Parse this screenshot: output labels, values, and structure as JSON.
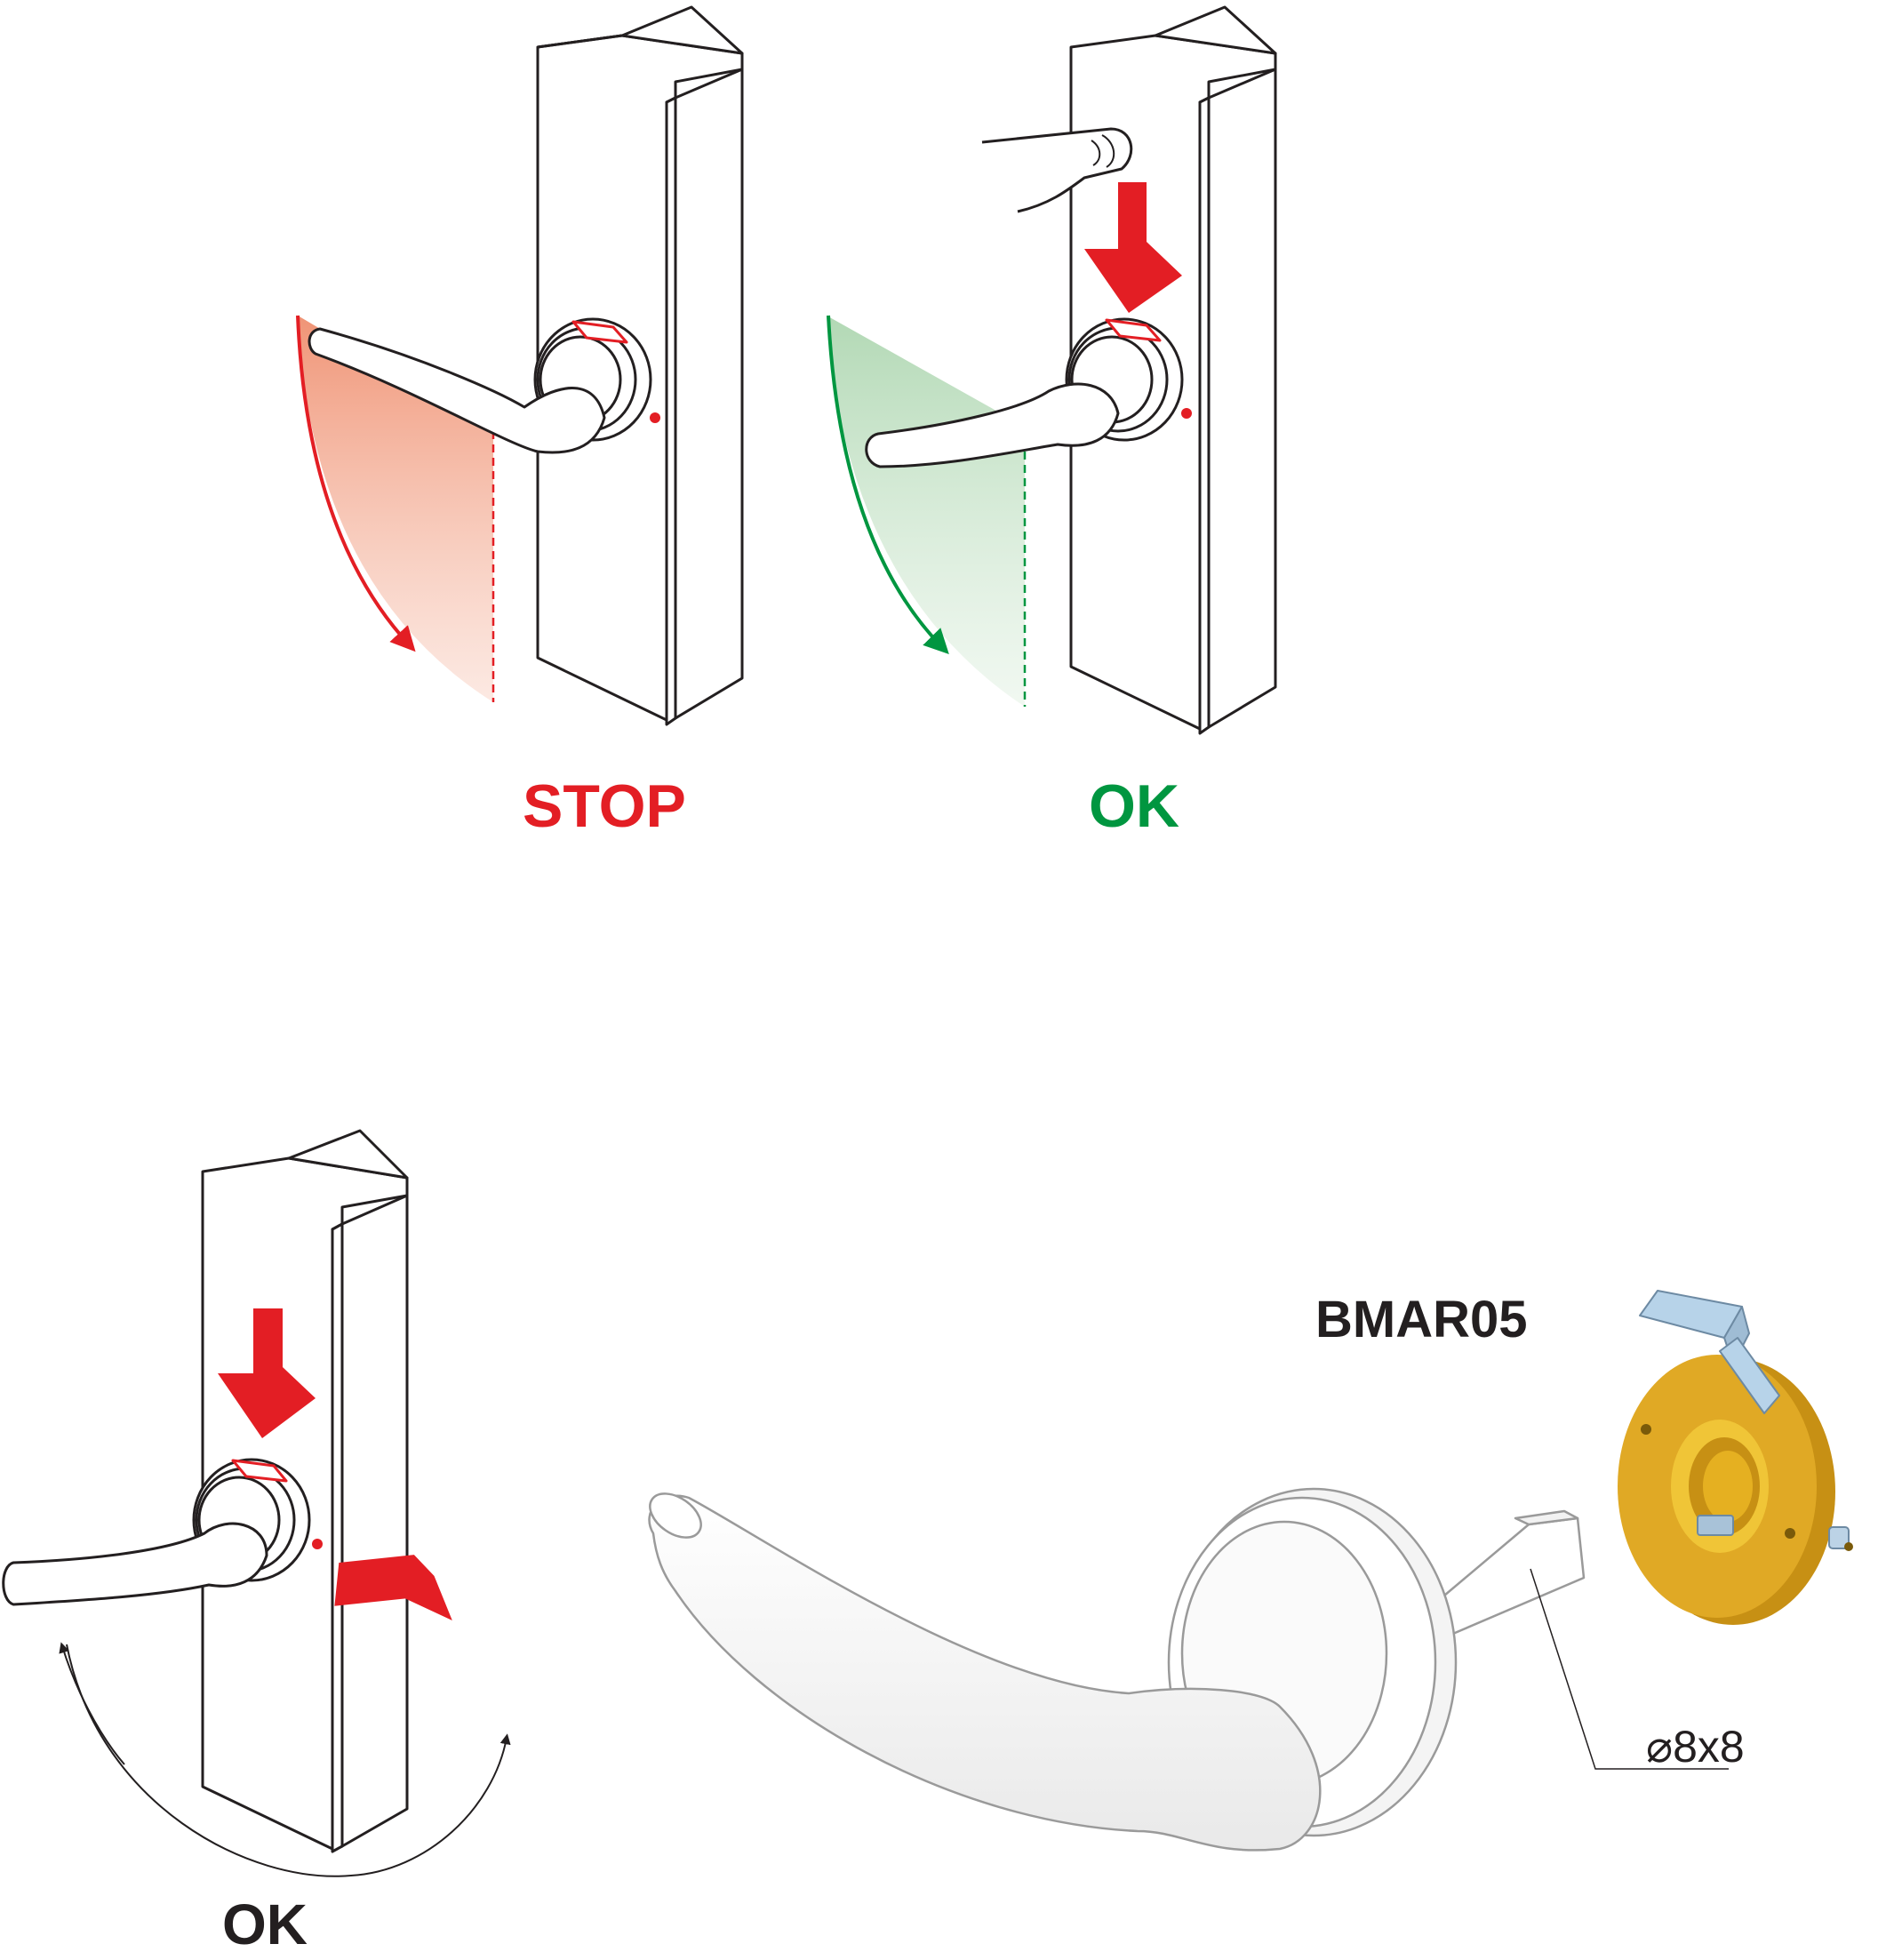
{
  "labels": {
    "stop": "STOP",
    "ok_top": "OK",
    "ok_bottom": "OK",
    "model": "BMAR05",
    "dimension": "⌀8x8"
  },
  "colors": {
    "stop": "#e31e24",
    "ok_top": "#009640",
    "ok_bottom": "#231f20",
    "arrow_red": "#e31e24",
    "rosette_gold": "#e0a925",
    "clip_blue": "#b7d3e9"
  },
  "icons": [
    "finger-press-icon",
    "press-arrow-icon",
    "rotation-arrow-icon"
  ]
}
